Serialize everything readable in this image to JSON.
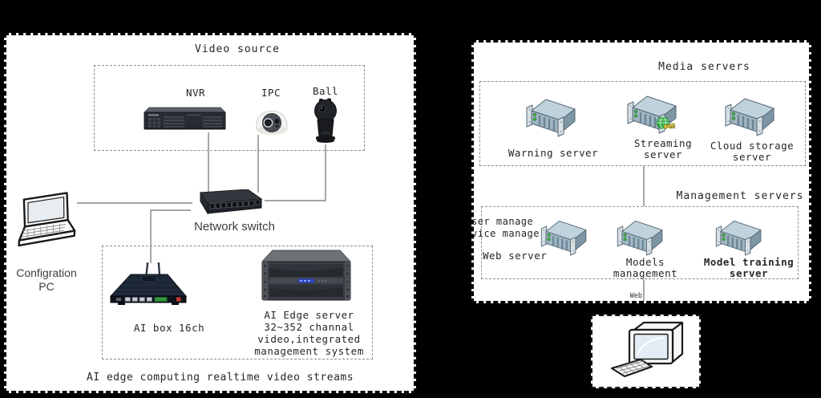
{
  "colors": {
    "background": "#000000",
    "panel_bg": "#ffffff",
    "server_top": "#c0d2dc",
    "server_front": "#9fb6c3",
    "led_green": "#46b14d",
    "globe_green": "#35b24a",
    "key_yellow": "#e3cf4e",
    "display_blue": "#2742c8"
  },
  "left_panel": {
    "video_source": {
      "title": "Video source",
      "nvr_label": "NVR",
      "ipc_label": "IPC",
      "ball_label": "Ball"
    },
    "config_pc_label": [
      "Configration",
      "PC"
    ],
    "network_switch_label": "Network switch",
    "ai_box_label": "AI box 16ch",
    "ai_edge_server_lines": [
      "AI Edge server",
      "32~352 channal",
      "video,integrated",
      "management system"
    ],
    "caption": "AI edge computing realtime video streams"
  },
  "right_panel": {
    "media_servers": {
      "title": "Media servers",
      "warning_label": "Warning server",
      "streaming_label": [
        "Streaming",
        "server"
      ],
      "cloud_label": [
        "Cloud storage",
        "server"
      ]
    },
    "management_servers": {
      "title": "Management servers",
      "note_lines": [
        "ser manage",
        "vice manage"
      ],
      "web_label": "Web server",
      "models_label": [
        "Models",
        "management"
      ],
      "training_label": [
        "Model training",
        "server"
      ]
    },
    "web_link_label": "Web"
  }
}
